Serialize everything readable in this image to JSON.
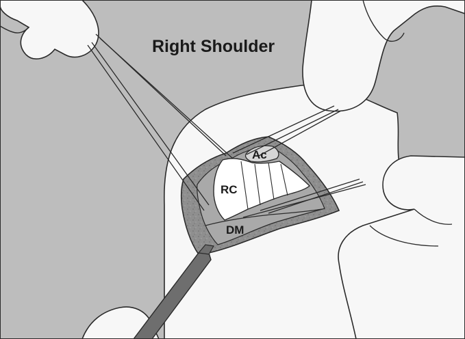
{
  "figure": {
    "title": "Right Shoulder",
    "labels": {
      "acromion": "Ac",
      "rotator_cuff": "RC",
      "deltoid_muscle": "DM"
    }
  },
  "colors": {
    "background": "#bdbdbd",
    "skin": "#f7f7f7",
    "wound_edge": "#8f8f8f",
    "wound_bed": "#a9a9a9",
    "outline": "#2a2a2a",
    "instrument": "#6e6e6e"
  }
}
